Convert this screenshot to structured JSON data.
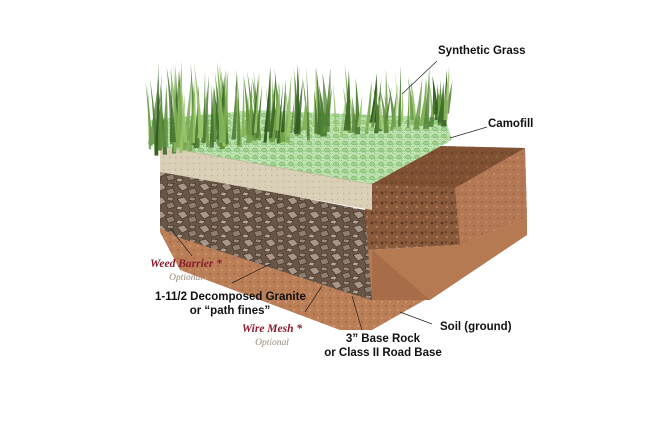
{
  "labels": {
    "synthetic_grass": "Synthetic Grass",
    "camofill": "Camofill",
    "weed_barrier": "Weed Barrier *",
    "weed_barrier_note": "Optional",
    "granite_line1": "1-11/2 Decomposed Granite",
    "granite_line2": "or “path fines”",
    "wire_mesh": "Wire Mesh *",
    "wire_mesh_note": "Optional",
    "base_rock_line1": "3” Base Rock",
    "base_rock_line2": "or Class II Road Base",
    "soil": "Soil (ground)"
  },
  "colors": {
    "optional_red": "#8b1c2b",
    "optional_note": "#9a8a7a",
    "grass_dark": "#3f6b2a",
    "grass_light": "#8fbf5e",
    "camofill": "#a9d89a",
    "sand": "#d8cdb4",
    "rock": "#6e5a4a",
    "soil": "#b57a52",
    "soil_dark": "#7a4a2e"
  }
}
